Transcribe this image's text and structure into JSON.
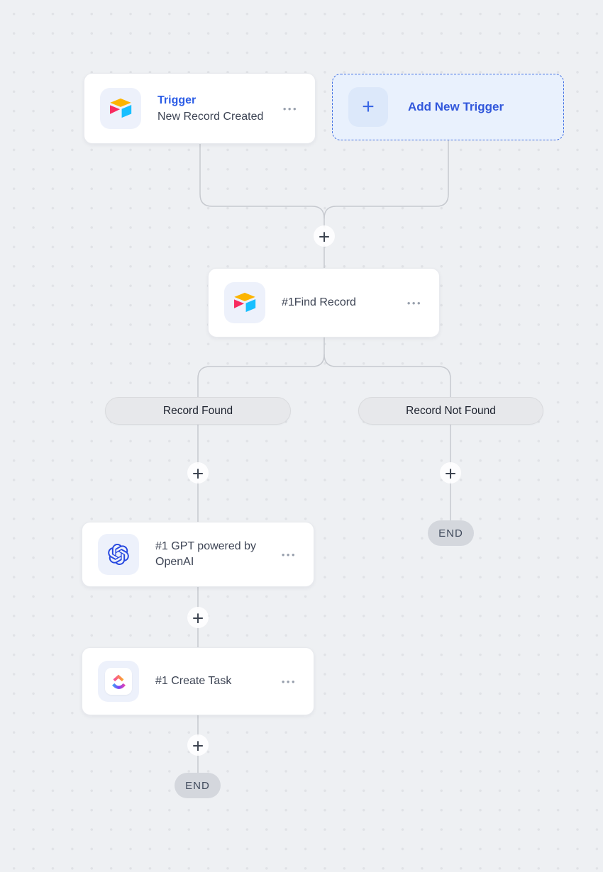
{
  "canvas": {
    "bg_color": "#eef0f3",
    "dot_color": "#e0e2e6",
    "connector_color": "#c6c9cf",
    "plus_color": "#3c4350"
  },
  "trigger_card": {
    "title": "Trigger",
    "subtitle": "New Record Created",
    "icon": "airtable-icon",
    "menu_icon": "•••"
  },
  "add_trigger_button": {
    "label": "Add New Trigger",
    "plus_icon": "+",
    "border_color": "#4270e2",
    "bg_color": "#e9f1fd",
    "text_color": "#3157db"
  },
  "steps": {
    "find_record": {
      "title": "#1Find Record",
      "icon": "airtable-icon",
      "menu_icon": "•••"
    },
    "gpt": {
      "title": "#1 GPT powered by OpenAI",
      "icon": "openai-icon",
      "menu_icon": "•••"
    },
    "create_task": {
      "title": "#1 Create Task",
      "icon": "clickup-icon",
      "menu_icon": "•••"
    }
  },
  "branch_labels": {
    "found": "Record Found",
    "not_found": "Record Not Found"
  },
  "end_pills": {
    "left": "END",
    "right": "END"
  },
  "plus_symbol": "+",
  "brand_colors": {
    "airtable_yellow": "#fcb400",
    "airtable_blue": "#18bfff",
    "airtable_red": "#f82b60",
    "openai_blue": "#2647e0",
    "accent_blue": "#2b5ce6"
  }
}
